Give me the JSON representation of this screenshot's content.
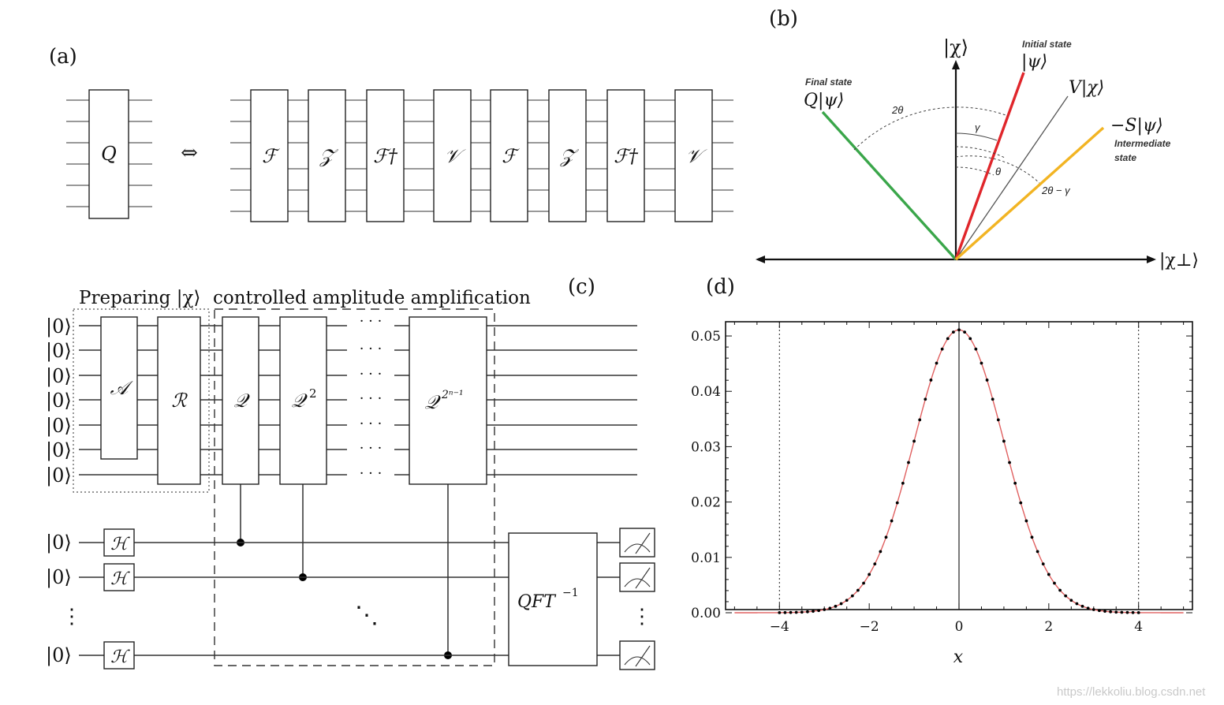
{
  "panels": {
    "a": {
      "label": "(a)"
    },
    "b": {
      "label": "(b)"
    },
    "c": {
      "label": "(c)"
    },
    "d": {
      "label": "(d)"
    }
  },
  "circuit_a": {
    "q_gate": "Q",
    "equiv_symbol": "⇔",
    "gates": [
      "ℱ",
      "𝒵",
      "ℱ†",
      "𝒱",
      "ℱ",
      "𝒵",
      "ℱ†",
      "𝒱"
    ]
  },
  "geometry_b": {
    "axis_y": "|χ⟩",
    "axis_x": "|χ⊥⟩",
    "final_state_caption": "Final state",
    "final_state": "Q|ψ⟩",
    "initial_state_caption": "Initial state",
    "initial_state": "|ψ⟩",
    "v_chi": "V|χ⟩",
    "minus_s_psi": "−S|ψ⟩",
    "intermediate_caption_1": "Intermediate",
    "intermediate_caption_2": "state",
    "angle_2theta": "2θ",
    "angle_gamma": "γ",
    "angle_theta": "θ",
    "angle_2theta_minus_gamma": "2θ − γ",
    "colors": {
      "final": "#3aa64a",
      "initial": "#e0262b",
      "intermediate": "#f2b423",
      "v": "#555555"
    }
  },
  "circuit_c": {
    "prep_label": "Preparing |χ⟩",
    "amp_label": "controlled amplitude amplification",
    "ket_zero": "|0⟩",
    "gate_A": "𝒜",
    "gate_R": "ℛ",
    "gate_Q": "𝒬",
    "gate_Q2_base": "𝒬",
    "gate_Q2_exp": "2",
    "gate_Qn_base": "𝒬",
    "gate_Qn_exp": "2ⁿ⁻¹",
    "hadamard": "ℋ",
    "qft": "QFT",
    "qft_exp": "−1",
    "hdots": "· · ·",
    "vdots": "⋮",
    "ddots": "⋱"
  },
  "chart_data": {
    "type": "line",
    "xlabel": "x",
    "ylabel": "",
    "xlim": [
      -5.2,
      5.2
    ],
    "ylim": [
      0,
      0.052
    ],
    "xticks": [
      -4,
      -2,
      0,
      2,
      4
    ],
    "xtick_labels": [
      "−4",
      "−2",
      "0",
      "2",
      "4"
    ],
    "yticks": [
      0.0,
      0.01,
      0.02,
      0.03,
      0.04,
      0.05
    ],
    "ytick_labels": [
      "0.00",
      "0.01",
      "0.02",
      "0.03",
      "0.04",
      "0.05"
    ],
    "vertical_lines": [
      -4,
      0,
      4
    ],
    "series": [
      {
        "kind": "curve",
        "color": "#e06060",
        "x_range": [
          -5,
          5
        ],
        "peak": 0.0511,
        "sigma": 1.0
      },
      {
        "kind": "dots",
        "color": "#000000",
        "x_range": [
          -4,
          4
        ],
        "step": 0.125,
        "peak": 0.0511,
        "sigma": 1.0
      }
    ]
  },
  "watermark": "https://lekkoliu.blog.csdn.net"
}
